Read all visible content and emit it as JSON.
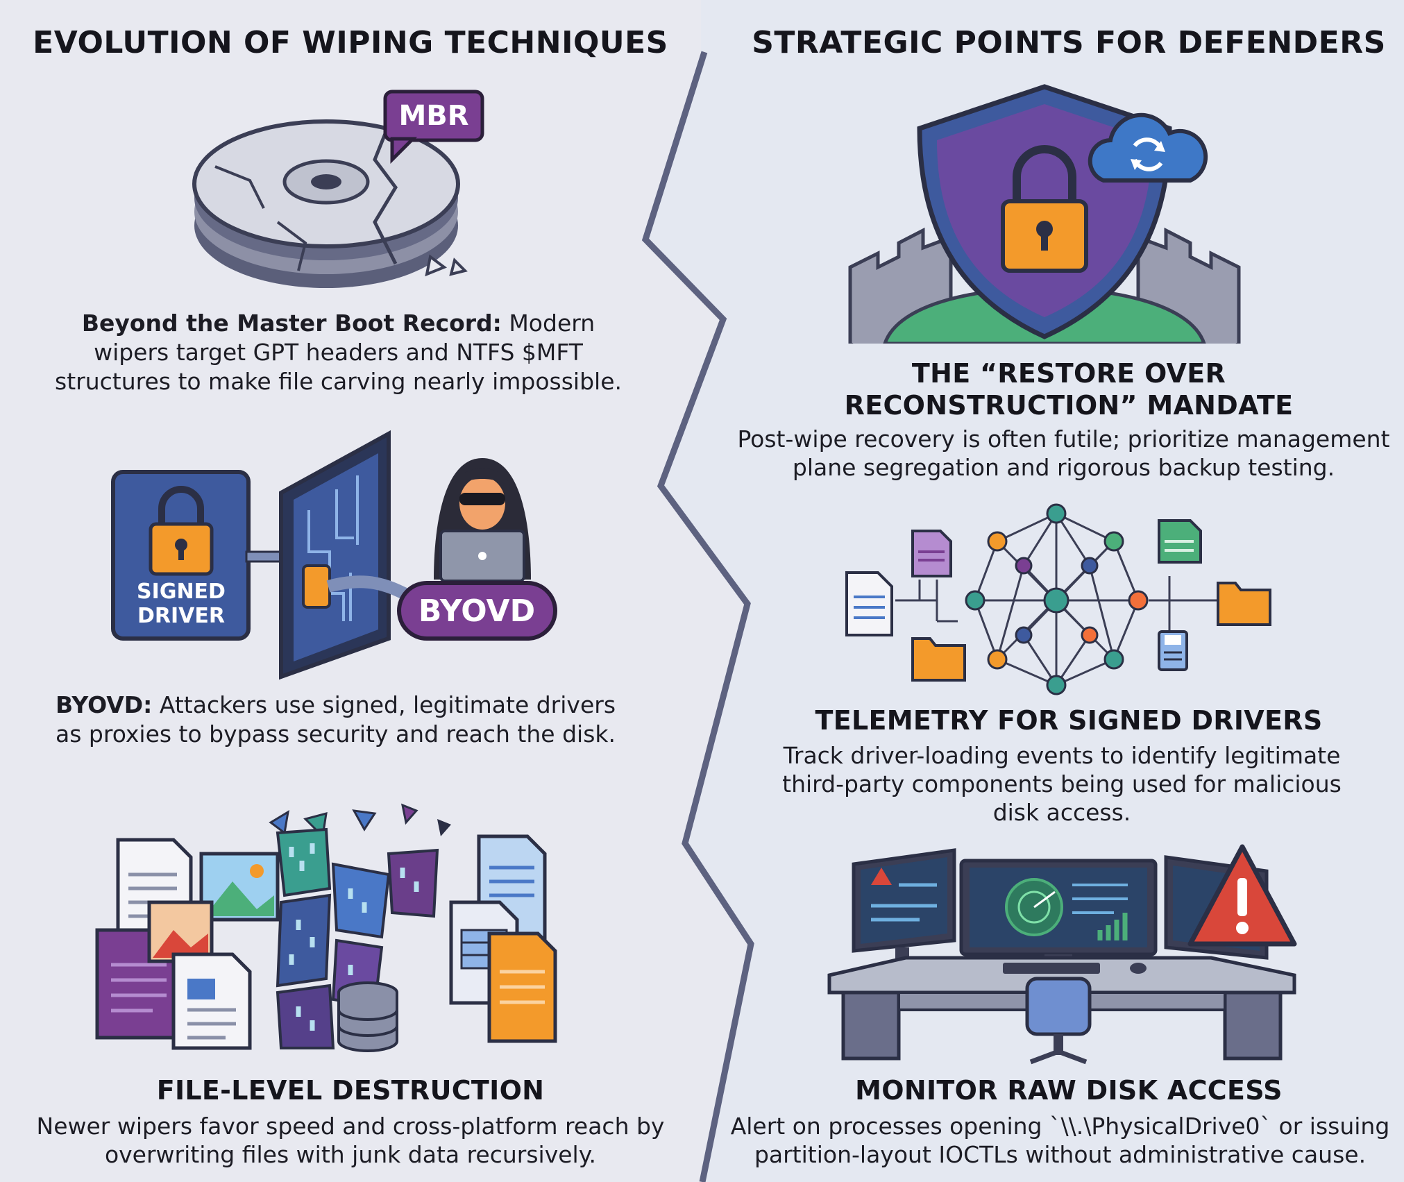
{
  "left": {
    "heading": "EVOLUTION OF WIPING TECHNIQUES",
    "items": [
      {
        "badge": "MBR",
        "lead": "Beyond the Master Boot Record:",
        "text": " Modern wipers target GPT headers and NTFS $MFT structures to make file carving nearly impossible."
      },
      {
        "panel_line1": "SIGNED",
        "panel_line2": "DRIVER",
        "pill": "BYOVD",
        "lead": "BYOVD:",
        "text": " Attackers use signed, legitimate drivers as proxies to bypass security and reach the disk."
      },
      {
        "title": "FILE-LEVEL DESTRUCTION",
        "text": "Newer wipers favor speed and cross-platform reach by overwriting files with junk data recursively."
      }
    ]
  },
  "right": {
    "heading": "STRATEGIC POINTS FOR DEFENDERS",
    "items": [
      {
        "title_line1": "THE “RESTORE OVER",
        "title_line2": "RECONSTRUCTION” MANDATE",
        "text": "Post-wipe recovery is often futile; prioritize management plane segregation and rigorous backup testing."
      },
      {
        "title": "TELEMETRY FOR SIGNED DRIVERS",
        "text": "Track driver-loading events to identify legitimate third-party components being used for malicious disk access."
      },
      {
        "title": "MONITOR RAW DISK ACCESS",
        "text": "Alert on processes opening `\\\\.\\PhysicalDrive0` or issuing partition-layout IOCTLs without administrative cause."
      }
    ]
  },
  "colors": {
    "background_left": "#e8e9f0",
    "background_right": "#e4e8f1",
    "divider": "#5d6280",
    "purple": "#7a3f92",
    "blue": "#3e5a9e",
    "orange": "#f39a2b",
    "green": "#4caf7a",
    "red": "#d9473a"
  }
}
